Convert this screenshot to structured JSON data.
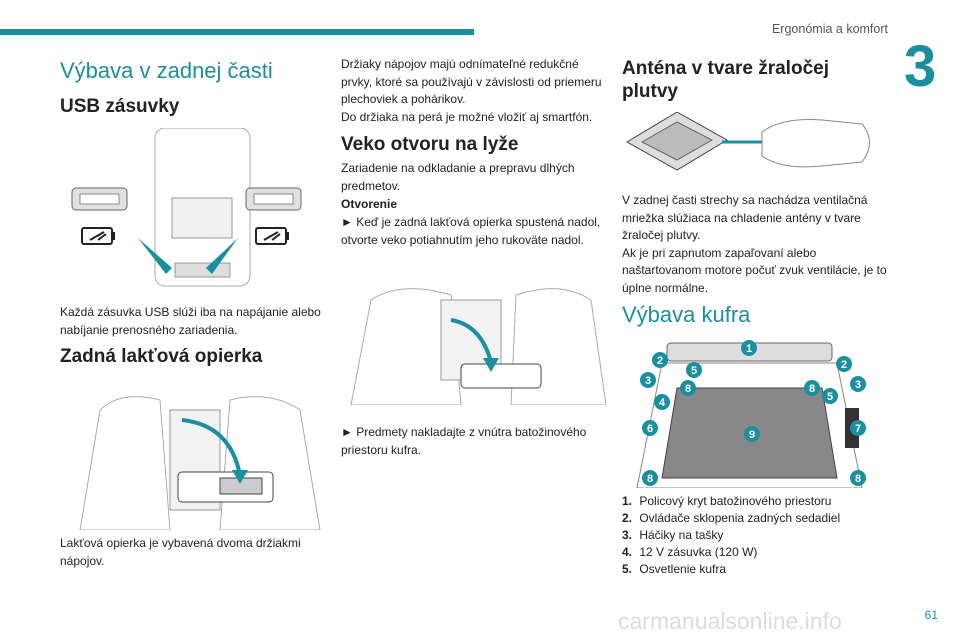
{
  "header": {
    "title": "Ergonómia a komfort",
    "chapter": "3"
  },
  "col1": {
    "section_title": "Výbava v zadnej časti",
    "usb_heading": "USB zásuvky",
    "usb_text": "Každá zásuvka USB slúži iba na napájanie alebo nabíjanie prenosného zariadenia.",
    "armrest_heading": "Zadná lakťová opierka",
    "armrest_text": "Lakťová opierka je vybavená dvoma držiakmi nápojov."
  },
  "col2": {
    "cupholder_text": "Držiaky nápojov majú odnímateľné redukčné prvky, ktoré sa používajú v závislosti od priemeru plechoviek a pohárikov.\nDo držiaka na perá je možné vložiť aj smartfón.",
    "ski_heading": "Veko otvoru na lyže",
    "ski_text": "Zariadenie na odkladanie a prepravu dlhých predmetov.",
    "opening_label": "Otvorenie",
    "opening_step": "► Keď je zadná lakťová opierka spustená nadol, otvorte veko potiahnutím jeho rukoväte nadol.",
    "load_step": "► Predmety nakladajte z vnútra batožinového priestoru kufra."
  },
  "col3": {
    "antenna_heading": "Anténa v tvare žraločej plutvy",
    "antenna_text": "V zadnej časti strechy sa nachádza ventilačná mriežka slúžiaca na chladenie antény v tvare žraločej plutvy.\nAk je pri zapnutom zapaľovaní alebo naštartovanom motore počuť zvuk ventilácie, je to úplne normálne.",
    "trunk_title": "Výbava kufra",
    "trunk_items": [
      {
        "num": "1.",
        "label": "Policový kryt batožinového priestoru"
      },
      {
        "num": "2.",
        "label": "Ovládače sklopenia zadných sedadiel"
      },
      {
        "num": "3.",
        "label": "Háčiky na tašky"
      },
      {
        "num": "4.",
        "label": "12 V zásuvka (120 W)"
      },
      {
        "num": "5.",
        "label": "Osvetlenie kufra"
      }
    ],
    "badges": [
      "1",
      "2",
      "2",
      "3",
      "3",
      "4",
      "5",
      "5",
      "6",
      "7",
      "8",
      "8",
      "8",
      "8",
      "9"
    ]
  },
  "footer": {
    "page_number": "61",
    "watermark": "carmanualsonline.info"
  },
  "colors": {
    "accent": "#1a8fa0",
    "text": "#222222"
  }
}
